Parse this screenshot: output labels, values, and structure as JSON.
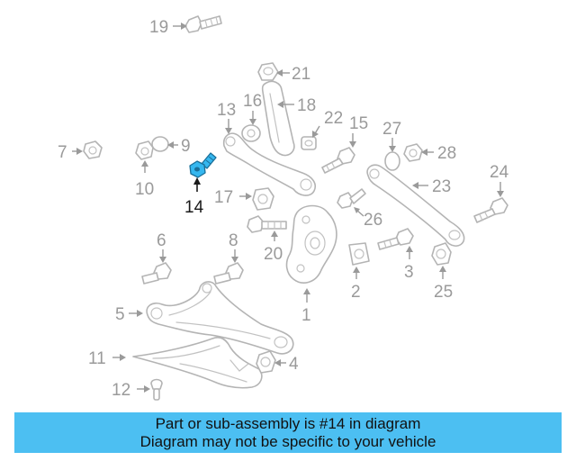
{
  "callouts": {
    "c1": "1",
    "c2": "2",
    "c3": "3",
    "c4": "4",
    "c5": "5",
    "c6": "6",
    "c7": "7",
    "c8": "8",
    "c9": "9",
    "c10": "10",
    "c11": "11",
    "c12": "12",
    "c13": "13",
    "c14": "14",
    "c15": "15",
    "c16": "16",
    "c17": "17",
    "c18": "18",
    "c19": "19",
    "c20": "20",
    "c21": "21",
    "c22": "22",
    "c23": "23",
    "c24": "24",
    "c25": "25",
    "c26": "26",
    "c27": "27",
    "c28": "28"
  },
  "highlighted_part": "14",
  "colors": {
    "highlight": "#35b7ef",
    "caption_bg": "#4cbff2",
    "line_art": "#b4b4b4"
  },
  "caption": {
    "line1": "Part or sub-assembly is #14 in diagram",
    "line2": "Diagram may not be specific to your vehicle"
  }
}
